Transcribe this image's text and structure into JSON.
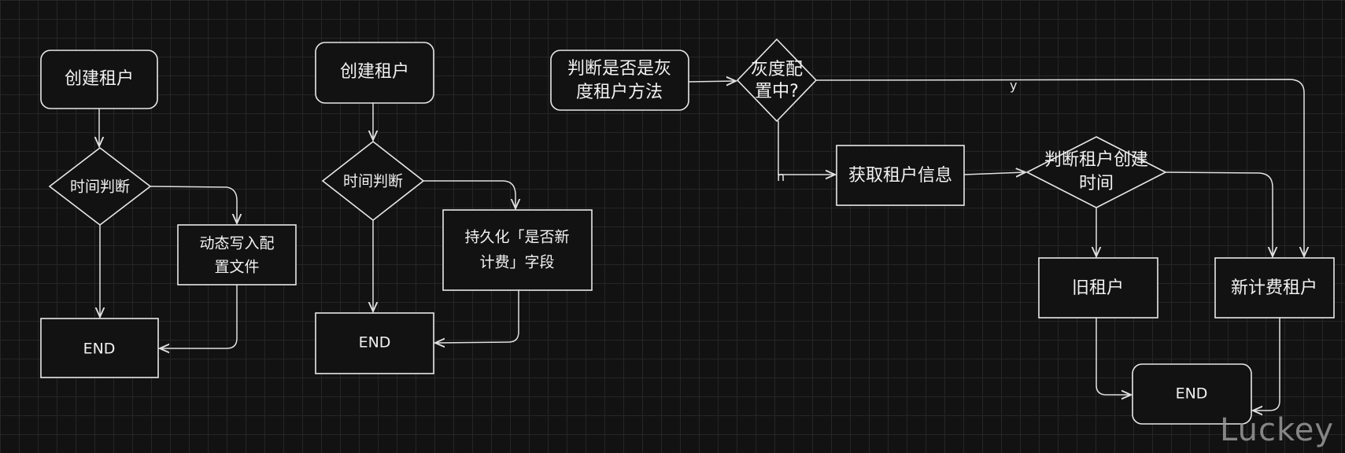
{
  "flow1": {
    "start": "创建租户",
    "decision": "时间判断",
    "action": [
      "动态写入配",
      "置文件"
    ],
    "end": "END"
  },
  "flow2": {
    "start": "创建租户",
    "decision": "时间判断",
    "action": [
      "持久化「是否新",
      "计费」字段"
    ],
    "end": "END"
  },
  "flow3": {
    "start": [
      "判断是否是灰",
      "度租户方法"
    ],
    "gray_decision": [
      "灰度配",
      "置中?"
    ],
    "yes_label": "y",
    "no_label": "n",
    "get_info": "获取租户信息",
    "time_decision": [
      "判断租户创建",
      "时间"
    ],
    "old_tenant": "旧租户",
    "new_tenant": "新计费租户",
    "end": "END"
  },
  "watermark": "Luckey"
}
